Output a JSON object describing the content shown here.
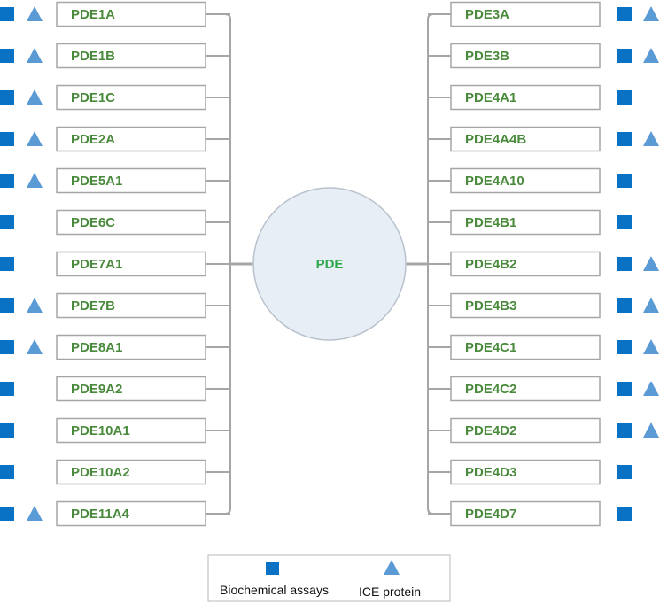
{
  "center": {
    "label": "PDE"
  },
  "colors": {
    "square": "#0a72c4",
    "triangle": "#5b9bd5",
    "box_text": "#4a8a3c",
    "center_text": "#2fa84a",
    "center_fill": "#e8eef5",
    "connector": "#a6a6a6"
  },
  "left_items": [
    {
      "label": "PDE1A",
      "biochemical": true,
      "ice": true
    },
    {
      "label": "PDE1B",
      "biochemical": true,
      "ice": true
    },
    {
      "label": "PDE1C",
      "biochemical": true,
      "ice": true
    },
    {
      "label": "PDE2A",
      "biochemical": true,
      "ice": true
    },
    {
      "label": "PDE5A1",
      "biochemical": true,
      "ice": true
    },
    {
      "label": "PDE6C",
      "biochemical": true,
      "ice": false
    },
    {
      "label": "PDE7A1",
      "biochemical": true,
      "ice": false
    },
    {
      "label": "PDE7B",
      "biochemical": true,
      "ice": true
    },
    {
      "label": "PDE8A1",
      "biochemical": true,
      "ice": true
    },
    {
      "label": "PDE9A2",
      "biochemical": true,
      "ice": false
    },
    {
      "label": "PDE10A1",
      "biochemical": true,
      "ice": false
    },
    {
      "label": "PDE10A2",
      "biochemical": true,
      "ice": false
    },
    {
      "label": "PDE11A4",
      "biochemical": true,
      "ice": true
    }
  ],
  "right_items": [
    {
      "label": "PDE3A",
      "biochemical": true,
      "ice": true
    },
    {
      "label": "PDE3B",
      "biochemical": true,
      "ice": true
    },
    {
      "label": "PDE4A1",
      "biochemical": true,
      "ice": false
    },
    {
      "label": "PDE4A4B",
      "biochemical": true,
      "ice": true
    },
    {
      "label": "PDE4A10",
      "biochemical": true,
      "ice": false
    },
    {
      "label": "PDE4B1",
      "biochemical": true,
      "ice": false
    },
    {
      "label": "PDE4B2",
      "biochemical": true,
      "ice": true
    },
    {
      "label": "PDE4B3",
      "biochemical": true,
      "ice": true
    },
    {
      "label": "PDE4C1",
      "biochemical": true,
      "ice": true
    },
    {
      "label": "PDE4C2",
      "biochemical": true,
      "ice": true
    },
    {
      "label": "PDE4D2",
      "biochemical": true,
      "ice": true
    },
    {
      "label": "PDE4D3",
      "biochemical": true,
      "ice": false
    },
    {
      "label": "PDE4D7",
      "biochemical": true,
      "ice": false
    }
  ],
  "legend": {
    "biochemical_label": "Biochemical assays",
    "ice_label": "ICE protein"
  }
}
